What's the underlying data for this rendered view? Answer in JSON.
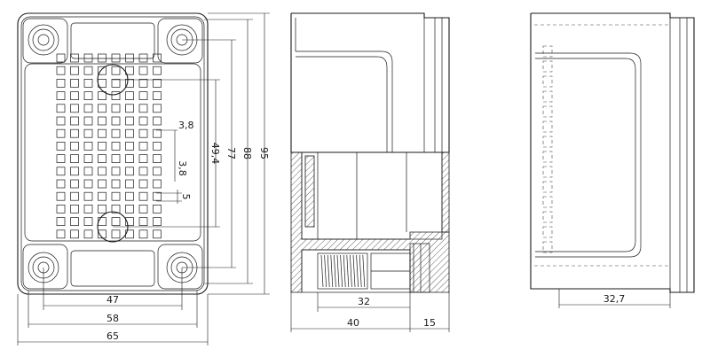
{
  "dimensions": {
    "d47": "47",
    "d58": "58",
    "d65": "65",
    "d32": "32",
    "d40": "40",
    "d15": "15",
    "d32_7": "32,7",
    "d95": "95",
    "d88": "88",
    "d77": "77",
    "d49_4": "49,4",
    "d3_8a": "3,8",
    "d3_8b": "3,8",
    "d5": "5"
  },
  "grid": {
    "rows": 15,
    "cols": 8
  }
}
